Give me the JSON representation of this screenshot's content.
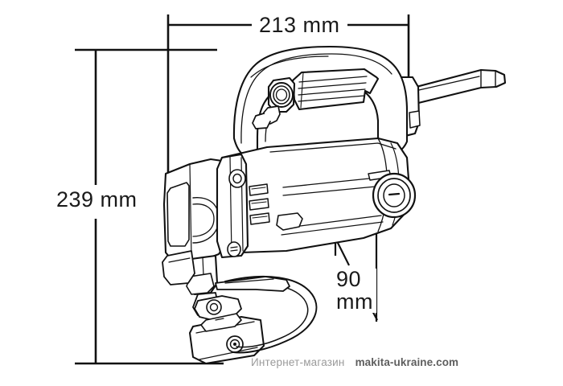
{
  "drawing": {
    "type": "technical-dimension-drawing",
    "subject": "Makita jigsaw / reciprocating saw side elevation",
    "background_color": "#ffffff",
    "line_color": "#111111"
  },
  "dimensions": {
    "width": {
      "value": "213 mm",
      "orientation": "horizontal",
      "position": "top"
    },
    "height": {
      "value": "239 mm",
      "orientation": "vertical",
      "position": "left"
    },
    "depth": {
      "value_line1": "90",
      "value_line2": "mm",
      "value": "90 mm",
      "orientation": "vertical",
      "position": "center-bottom"
    }
  },
  "watermark": {
    "shop_label": "Интернет-магазин",
    "site_label": "makita-ukraine.com",
    "shop_color": "#9a9a9a",
    "site_color": "#5e5e5e"
  }
}
